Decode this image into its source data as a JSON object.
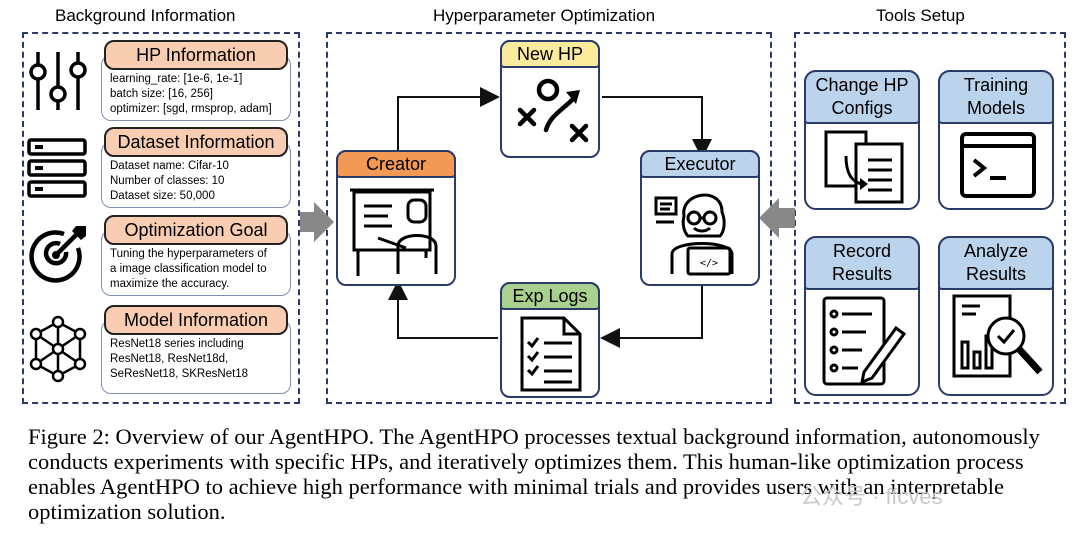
{
  "sections": {
    "background": "Background Information",
    "hpo": "Hyperparameter Optimization",
    "tools": "Tools Setup"
  },
  "background_items": [
    {
      "title": "HP Information",
      "lines": [
        "learning_rate: [1e-6, 1e-1]",
        "batch size: [16, 256]",
        "optimizer: [sgd, rmsprop, adam]"
      ],
      "icon": "sliders-icon"
    },
    {
      "title": "Dataset Information",
      "lines": [
        "Dataset name: Cifar-10",
        "Number of classes: 10",
        "Dataset size: 50,000"
      ],
      "icon": "server-icon"
    },
    {
      "title": "Optimization Goal",
      "lines": [
        "Tuning the hyperparameters of",
        "a image classification model to",
        "maximize the accuracy."
      ],
      "icon": "target-icon"
    },
    {
      "title": "Model Information",
      "lines": [
        "ResNet18 series including",
        "ResNet18, ResNet18d,",
        "SeResNet18, SKResNet18"
      ],
      "icon": "neural-network-icon"
    }
  ],
  "hpo": {
    "new_hp": "New HP",
    "creator": "Creator",
    "executor": "Executor",
    "exp_logs": "Exp Logs"
  },
  "tools": [
    {
      "lines": [
        "Change HP",
        "Configs"
      ],
      "icon": "documents-icon"
    },
    {
      "lines": [
        "Training",
        "Models"
      ],
      "icon": "terminal-icon"
    },
    {
      "lines": [
        "Record",
        "Results"
      ],
      "icon": "checklist-icon"
    },
    {
      "lines": [
        "Analyze",
        "Results"
      ],
      "icon": "analysis-icon"
    }
  ],
  "caption": "Figure 2: Overview of our AgentHPO. The AgentHPO processes textual background information, autonomously conducts experiments with specific HPs, and iteratively optimizes them. This human-like optimization process enables AgentHPO to achieve high performance with minimal trials and provides users with an interpretable optimization solution.",
  "watermark": "公众号 · ffcves",
  "colors": {
    "salmon": "#f8cdb2",
    "yellow": "#fbeb9c",
    "orange": "#f29a54",
    "light_blue": "#bcd3ec",
    "green": "#a9d18e",
    "frame": "#2a3a6a"
  }
}
